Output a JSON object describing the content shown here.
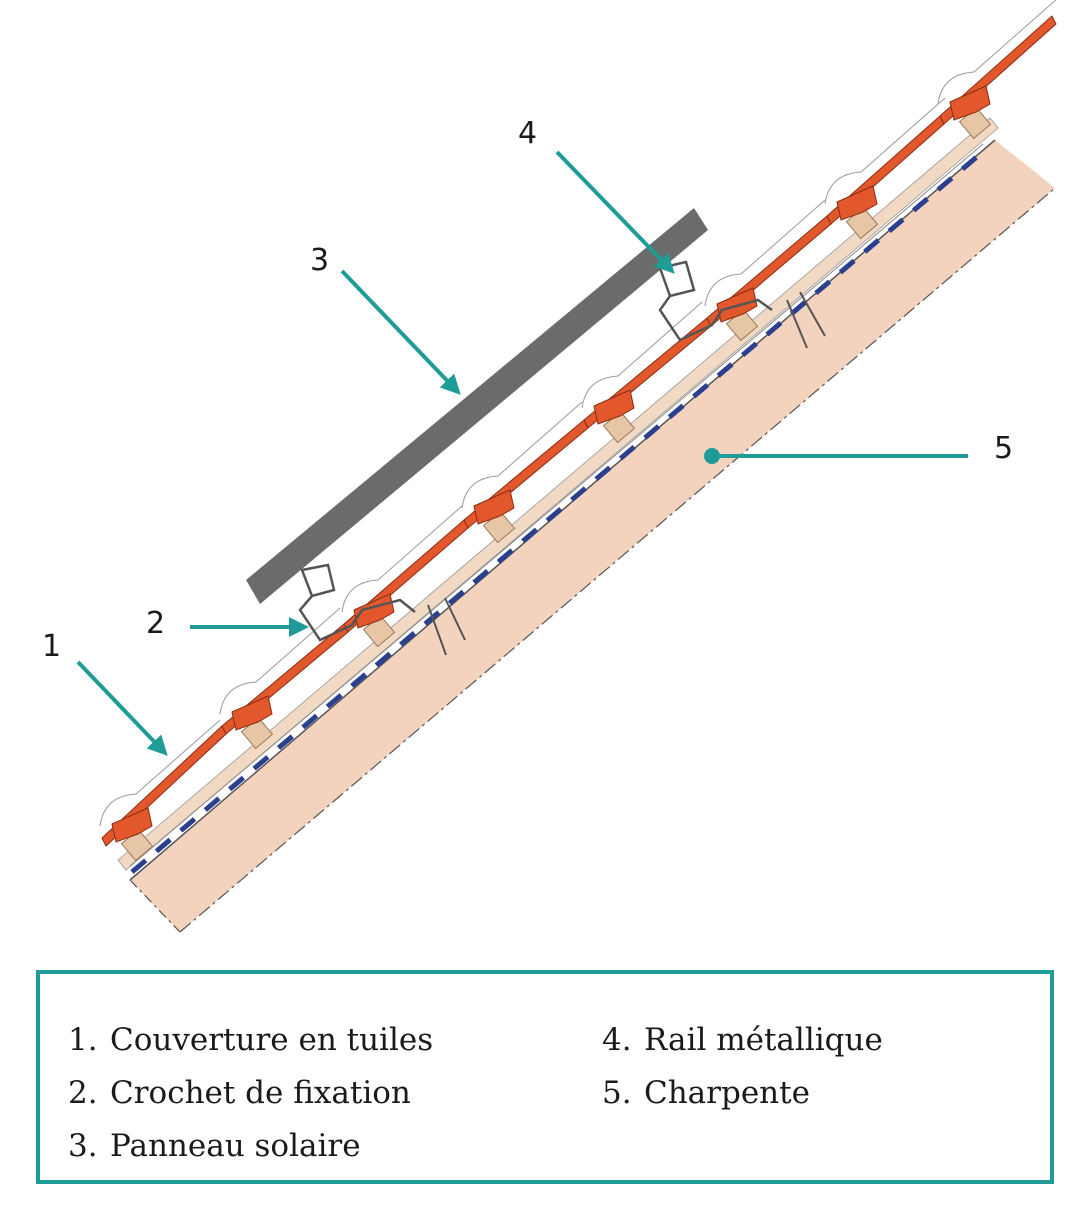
{
  "callouts": [
    {
      "id": "1",
      "label": "1"
    },
    {
      "id": "2",
      "label": "2"
    },
    {
      "id": "3",
      "label": "3"
    },
    {
      "id": "4",
      "label": "4"
    },
    {
      "id": "5",
      "label": "5"
    }
  ],
  "legend": {
    "left": [
      {
        "num": "1.",
        "text": "Couverture en tuiles"
      },
      {
        "num": "2.",
        "text": "Crochet de fixation"
      },
      {
        "num": "3.",
        "text": "Panneau solaire"
      }
    ],
    "right": [
      {
        "num": "4.",
        "text": "Rail métallique"
      },
      {
        "num": "5.",
        "text": "Charpente"
      }
    ]
  },
  "colors": {
    "accent": "#1f9c97",
    "tile": "#e2572b",
    "rafter": "#f3d3bd",
    "panel": "#6b6b6b",
    "membrane": "#2b3f8f",
    "batten": "#e7c6a6"
  }
}
